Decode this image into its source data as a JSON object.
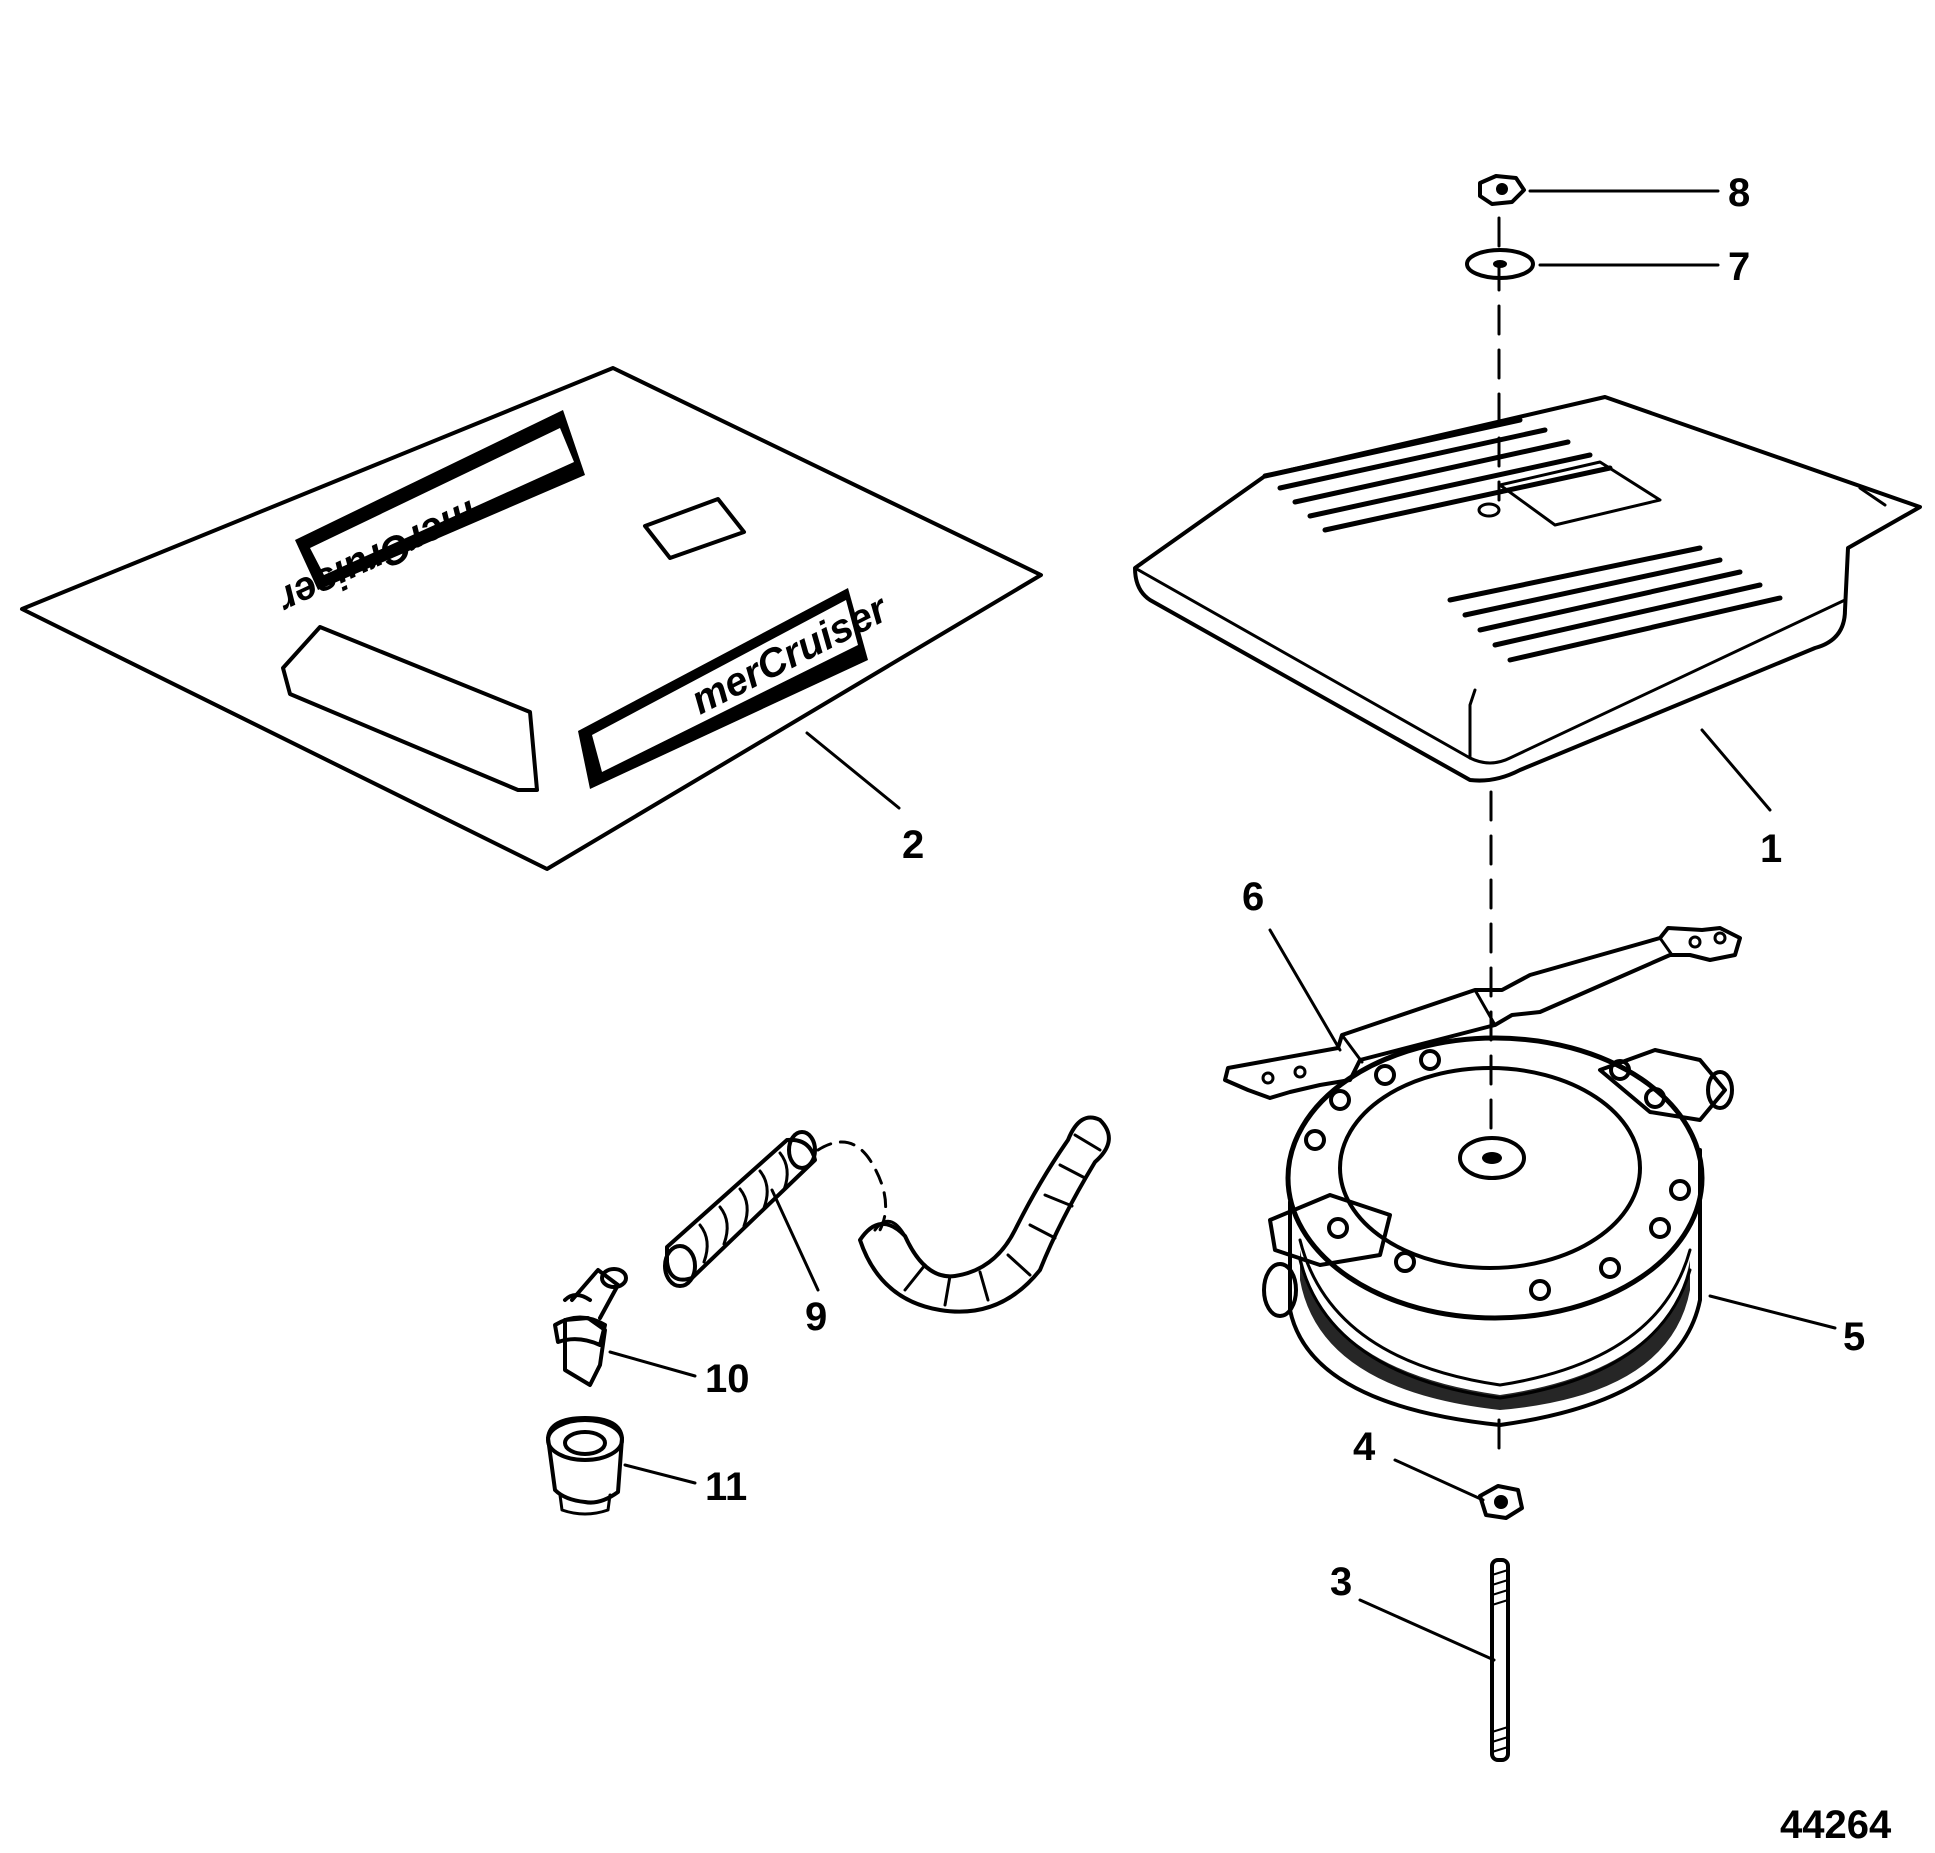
{
  "figure_number": "44264",
  "logo_text": "merCruiser",
  "callouts": [
    {
      "id": "c1",
      "label": "1"
    },
    {
      "id": "c2",
      "label": "2"
    },
    {
      "id": "c3",
      "label": "3"
    },
    {
      "id": "c4",
      "label": "4"
    },
    {
      "id": "c5",
      "label": "5"
    },
    {
      "id": "c6",
      "label": "6"
    },
    {
      "id": "c7",
      "label": "7"
    },
    {
      "id": "c8",
      "label": "8"
    },
    {
      "id": "c9",
      "label": "9"
    },
    {
      "id": "c10",
      "label": "10"
    },
    {
      "id": "c11",
      "label": "11"
    }
  ]
}
